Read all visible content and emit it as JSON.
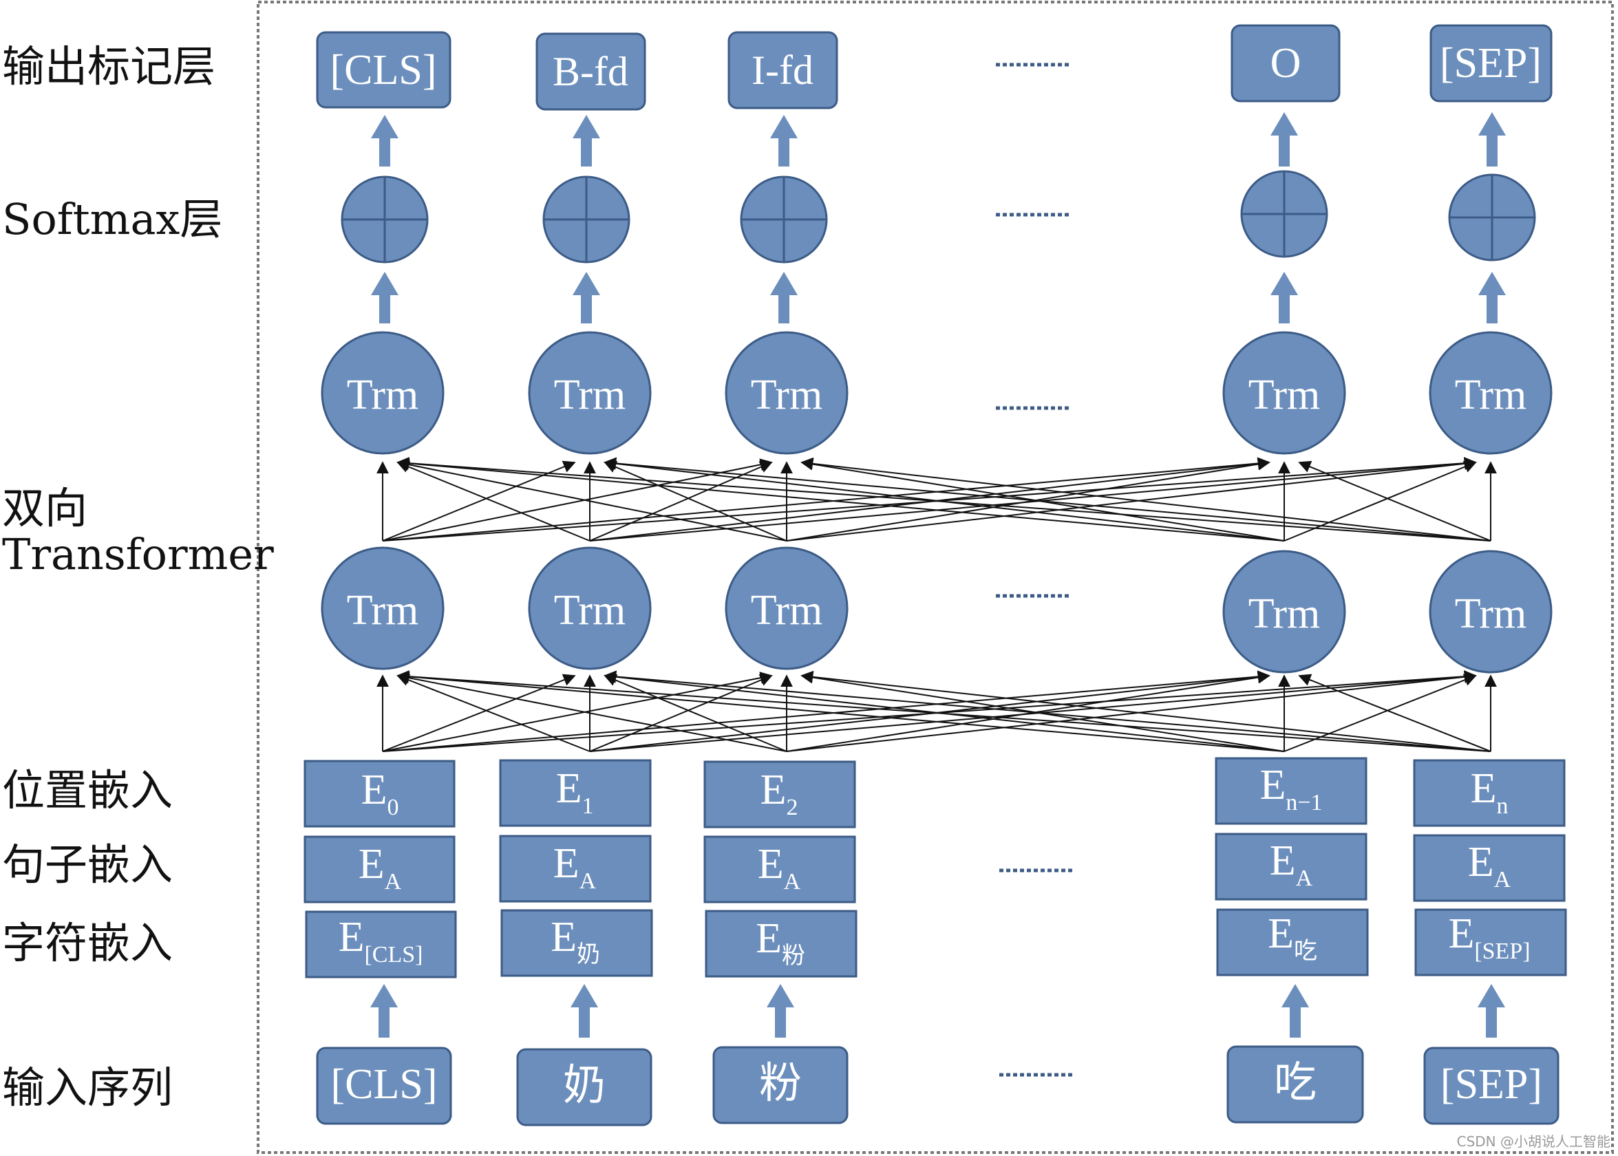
{
  "row_labels": {
    "output_tags": "输出标记层",
    "softmax": "Softmax层",
    "transformer_line1": "双向",
    "transformer_line2": "Transformer",
    "position_embedding": "位置嵌入",
    "segment_embedding": "句子嵌入",
    "token_embedding": "字符嵌入",
    "input_sequence": "输入序列"
  },
  "ellipsis": "·······",
  "tokens": [
    {
      "input": "[CLS]",
      "output": "[CLS]",
      "pos_sub": "0",
      "seg_sub": "A",
      "tok_sub": "[CLS]"
    },
    {
      "input": "奶",
      "output": "B-fd",
      "pos_sub": "1",
      "seg_sub": "A",
      "tok_sub": "奶"
    },
    {
      "input": "粉",
      "output": "I-fd",
      "pos_sub": "2",
      "seg_sub": "A",
      "tok_sub": "粉"
    },
    {
      "input": "吃",
      "output": "O",
      "pos_sub": "n−1",
      "seg_sub": "A",
      "tok_sub": "吃"
    },
    {
      "input": "[SEP]",
      "output": "[SEP]",
      "pos_sub": "n",
      "seg_sub": "A",
      "tok_sub": "[SEP]"
    }
  ],
  "embedding_symbol": "E",
  "trm_label": "Trm",
  "watermark": "CSDN @小胡说人工智能",
  "colors": {
    "box_fill": "#6b8ebc",
    "box_stroke": "#3c5b86",
    "arrow_fill": "#6b8ebc",
    "frame": "#777777"
  }
}
